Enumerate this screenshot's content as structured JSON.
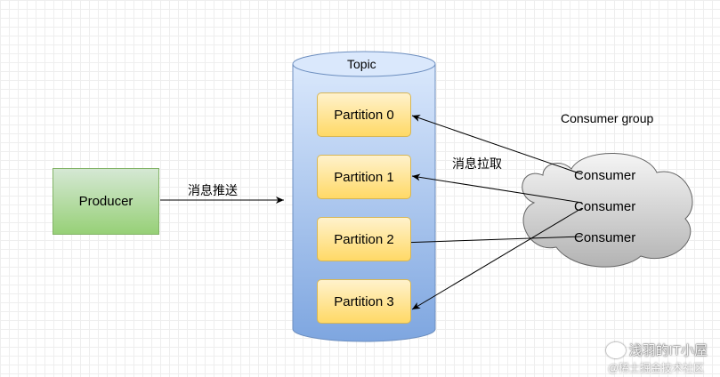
{
  "producer": {
    "label": "Producer"
  },
  "push_label": "消息推送",
  "topic": {
    "title": "Topic",
    "partitions": [
      "Partition 0",
      "Partition 1",
      "Partition 2",
      "Partition 3"
    ]
  },
  "pull_label": "消息拉取",
  "consumer_group": {
    "title": "Consumer group",
    "consumers": [
      "Consumer",
      "Consumer",
      "Consumer"
    ]
  },
  "watermark": {
    "main": "浅羽的IT小屋",
    "sub": "@稀土掘金技术社区"
  },
  "colors": {
    "producer_fill": "#97d077",
    "topic_fill": "#7ea6e0",
    "partition_fill": "#ffd966",
    "cloud_fill": "#c8c8c8"
  }
}
